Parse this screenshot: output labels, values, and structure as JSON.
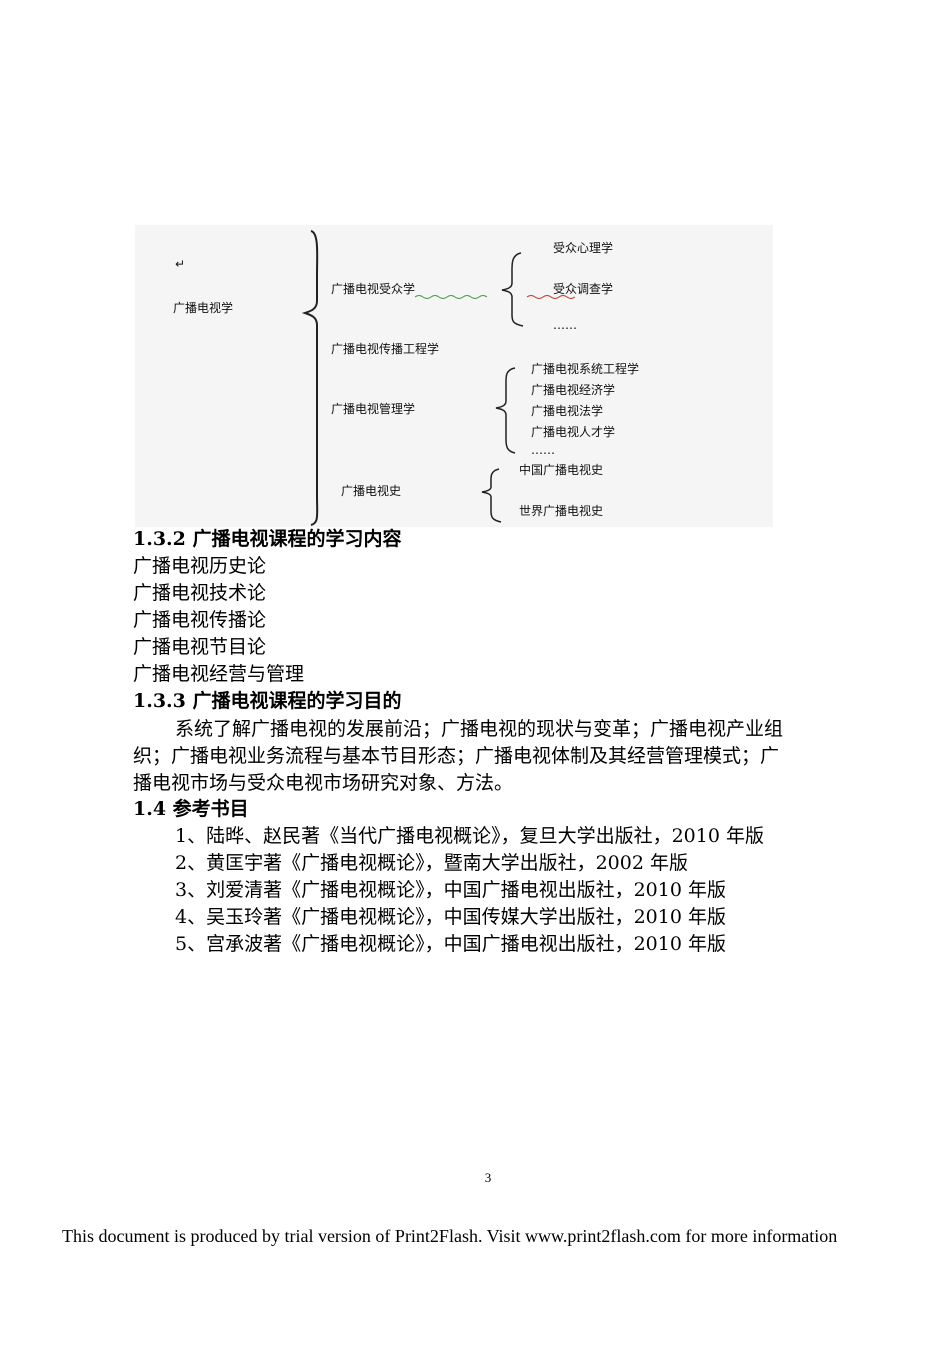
{
  "diagram": {
    "root": "广播电视学",
    "top_mark": "↵",
    "branches": [
      {
        "label": "广播电视受众学",
        "children": [
          "受众心理学",
          "受众调查学",
          "……"
        ]
      },
      {
        "label": "广播电视传播工程学",
        "children": []
      },
      {
        "label": "广播电视管理学",
        "children": [
          "广播电视系统工程学",
          "广播电视经济学",
          "广播电视法学",
          "广播电视人才学",
          "……"
        ]
      },
      {
        "label": "广播电视史",
        "children": [
          "中国广播电视史",
          "世界广播电视史"
        ]
      }
    ],
    "colors": {
      "background": "#f5f5f5",
      "line": "#222222",
      "underline_green": "#3a9a3a",
      "underline_red": "#c03030"
    }
  },
  "sections": {
    "s132_title": "1.3.2 广播电视课程的学习内容",
    "s132_items": [
      "广播电视历史论",
      "广播电视技术论",
      "广播电视传播论",
      "广播电视节目论",
      "广播电视经营与管理"
    ],
    "s133_title": "1.3.3 广播电视课程的学习目的",
    "s133_line1": "系统了解广播电视的发展前沿；广播电视的现状与变革；广播电视产业组",
    "s133_line2": "织；广播电视业务流程与基本节目形态；广播电视体制及其经营管理模式；广",
    "s133_line3": "播电视市场与受众电视市场研究对象、方法。",
    "s14_title": "1.4 参考书目",
    "references": [
      "1、陆晔、赵民著《当代广播电视概论》，复旦大学出版社，2010 年版",
      "2、黄匡宇著《广播电视概论》，暨南大学出版社，2002 年版",
      "3、刘爱清著《广播电视概论》，中国广播电视出版社，2010 年版",
      "4、吴玉玲著《广播电视概论》，中国传媒大学出版社，2010 年版",
      "5、宫承波著《广播电视概论》，中国广播电视出版社，2010 年版"
    ]
  },
  "page_number": "3",
  "footer": "This document is produced by trial version of Print2Flash. Visit www.print2flash.com for more information"
}
